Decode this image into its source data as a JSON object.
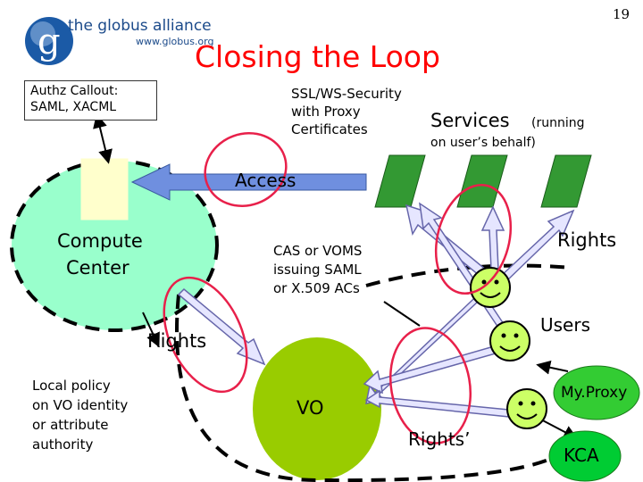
{
  "slide": {
    "number": "19",
    "title": "Closing the Loop"
  },
  "logo": {
    "letter": "g",
    "name": "the globus alliance",
    "url": "www.globus.org"
  },
  "labels": {
    "authz_line1": "Authz Callout:",
    "authz_line2": "SAML, XACML",
    "ssl_line1": "SSL/WS-Security",
    "ssl_line2": "with Proxy",
    "ssl_line3": "Certificates",
    "services_main": "Services",
    "services_paren": "(running",
    "services_line2": "on user’s behalf)",
    "access": "Access",
    "compute_line1": "Compute",
    "compute_line2": "Center",
    "cas_line1": "CAS or VOMS",
    "cas_line2": "issuing SAML",
    "cas_line3": "or X.509 ACs",
    "rights_top": "Rights",
    "users": "Users",
    "rights_left": "Rights",
    "local_line1": "Local policy",
    "local_line2": "on VO identity",
    "local_line3": "or attribute",
    "local_line4": "authority",
    "vo": "VO",
    "rights_prime": "Rights’",
    "myproxy": "My.Proxy",
    "kca": "KCA"
  },
  "colors": {
    "title": "#ff0000",
    "compute_fill": "#99ffcc",
    "vo_fill": "#99cc00",
    "service_fill": "#339933",
    "server_fill": "#ffffcc",
    "arrow_fill": "#e6e6ff",
    "access_arrow": "#6f8fdf",
    "highlight_ring": "#e8204a",
    "logo_blue": "#1b5aa6",
    "myproxy_fill": "#33cc33",
    "kca_fill": "#00cc33",
    "face_fill": "#ccff66"
  }
}
